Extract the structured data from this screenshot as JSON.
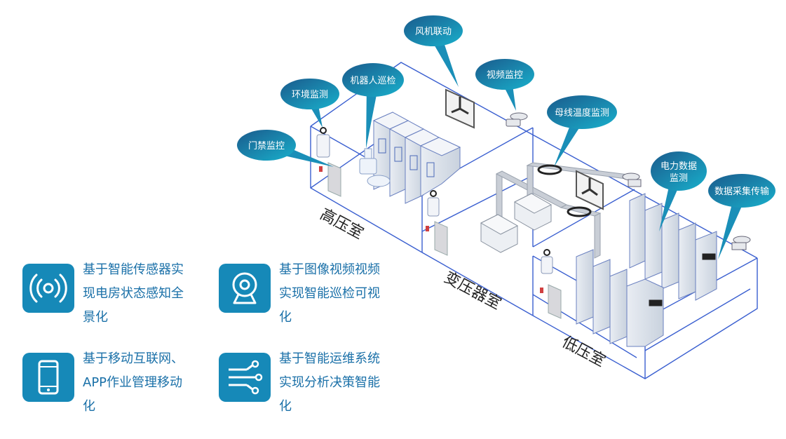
{
  "rooms": {
    "high_voltage": "高压室",
    "transformer": "变压器室",
    "low_voltage": "低压室"
  },
  "callouts": [
    {
      "id": "fan-linkage",
      "label": "风机联动"
    },
    {
      "id": "robot-patrol",
      "label": "机器人巡检"
    },
    {
      "id": "env-monitor",
      "label": "环境监测"
    },
    {
      "id": "access-control",
      "label": "门禁监控"
    },
    {
      "id": "video-monitor",
      "label": "视频监控"
    },
    {
      "id": "busbar-temp",
      "label": "母线温度监测"
    },
    {
      "id": "power-data",
      "label": "电力数据监测"
    },
    {
      "id": "data-transfer",
      "label": "数据采集传输"
    }
  ],
  "features": [
    {
      "icon": "signal-icon",
      "text": "基于智能传感器实现电房状态感知全景化"
    },
    {
      "icon": "camera-icon",
      "text": "基于图像视频视频实现智能巡检可视化"
    },
    {
      "icon": "mobile-icon",
      "text": "基于移动互联网、APP作业管理移动化"
    },
    {
      "icon": "circuit-icon",
      "text": "基于智能运维系统实现分析决策智能化"
    }
  ],
  "colors": {
    "accent": "#1689b8",
    "text_blue": "#1a70a8",
    "callout_dark": "#1a5f8a",
    "callout_light": "#1aa6c8",
    "wall_line": "#3a5fd0"
  }
}
